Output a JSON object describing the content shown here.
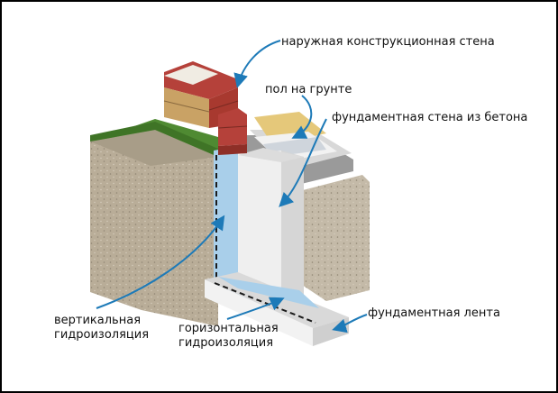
{
  "labels": {
    "outer_wall": "наружная конструкционная стена",
    "floor_on_ground": "пол на грунте",
    "foundation_wall": "фундаментная стена из бетона",
    "vertical_wp_1": "вертикальная",
    "vertical_wp_2": "гидроизоляция",
    "horizontal_wp_1": "горизонтальная",
    "horizontal_wp_2": "гидроизоляция",
    "foundation_strip": "фундаментная лента"
  },
  "colors": {
    "brick": "#b5413a",
    "soil": "#b9ad98",
    "grass": "#4f8a32",
    "waterproofing": "#a9cfea",
    "concrete": "#ebebeb",
    "arrow": "#1d7ab8"
  }
}
